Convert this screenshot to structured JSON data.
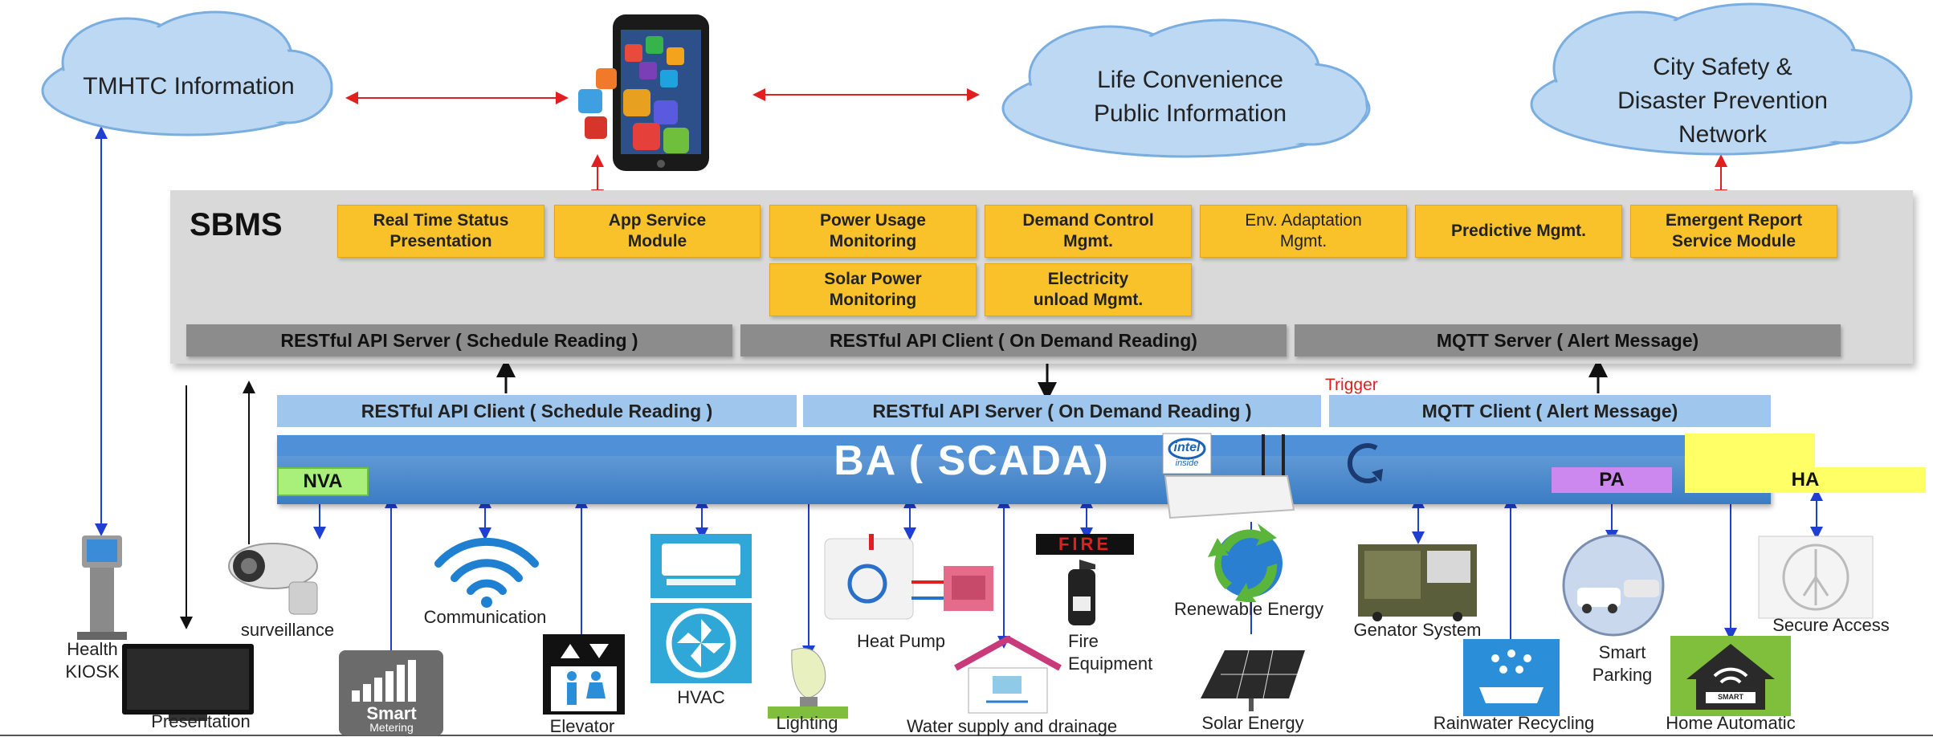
{
  "clouds": {
    "tmhtc": "TMHTC Information",
    "life_line1": "Life Convenience",
    "life_line2": "Public Information",
    "city_line1": "City Safety &",
    "city_line2": "Disaster Prevention",
    "city_line3": "Network"
  },
  "sbms": {
    "title": "SBMS",
    "modules": [
      {
        "line1": "Real Time  Status",
        "line2": "Presentation"
      },
      {
        "line1": "App Service",
        "line2": "Module"
      },
      {
        "line1": "Power Usage",
        "line2": "Monitoring"
      },
      {
        "line1": "Demand Control",
        "line2": "Mgmt."
      },
      {
        "line1": "Env. Adaptation",
        "line2": "Mgmt."
      },
      {
        "line1": "Predictive Mgmt.",
        "line2": ""
      },
      {
        "line1": "Emergent Report",
        "line2": "Service Module"
      },
      {
        "line1": "Solar Power",
        "line2": "Monitoring"
      },
      {
        "line1": "Electricity",
        "line2": "unload Mgmt."
      }
    ],
    "servers": [
      "RESTful API Server ( Schedule Reading )",
      "RESTful API Client ( On Demand Reading)",
      "MQTT Server ( Alert Message)"
    ]
  },
  "trigger": "Trigger",
  "clients": [
    "RESTful API Client ( Schedule Reading )",
    "RESTful API Server ( On Demand Reading )",
    "MQTT Client ( Alert Message)"
  ],
  "ba": {
    "title": "BA ( SCADA)"
  },
  "tags": {
    "nva": "NVA",
    "pa": "PA",
    "ha": "HA"
  },
  "intel": {
    "line1": "intel",
    "line2": "inside"
  },
  "fire_sign": "FIRE",
  "smart_metering": {
    "line1": "Smart",
    "line2": "Metering"
  },
  "smart_home": "SMART",
  "devices": {
    "kiosk_1": "Health",
    "kiosk_2": "KIOSK",
    "presentation": "Presentation",
    "surveillance": "surveillance",
    "communication": "Communication",
    "elevator": "Elevator",
    "hvac": "HVAC",
    "lighting": "Lighting",
    "heat_pump": "Heat Pump",
    "water": "Water supply and drainage",
    "fire_1": "Fire",
    "fire_2": "Equipment",
    "renewable": "Renewable Energy",
    "solar": "Solar Energy",
    "generator": "Genator System",
    "rainwater": "Rainwater Recycling",
    "parking_1": "Smart",
    "parking_2": "Parking",
    "home": "Home Automatic",
    "secure": "Secure Access"
  },
  "colors": {
    "module_fill": "#f9c22b",
    "server_fill": "#8c8c8c",
    "client_fill": "#9fc7ee",
    "ba_fill": "#4f90d6",
    "nva_fill": "#a8f07a",
    "pa_fill": "#cc88ee",
    "ha_fill": "#ffff66",
    "link_red": "#e02020",
    "link_blue": "#1f3fd0"
  }
}
